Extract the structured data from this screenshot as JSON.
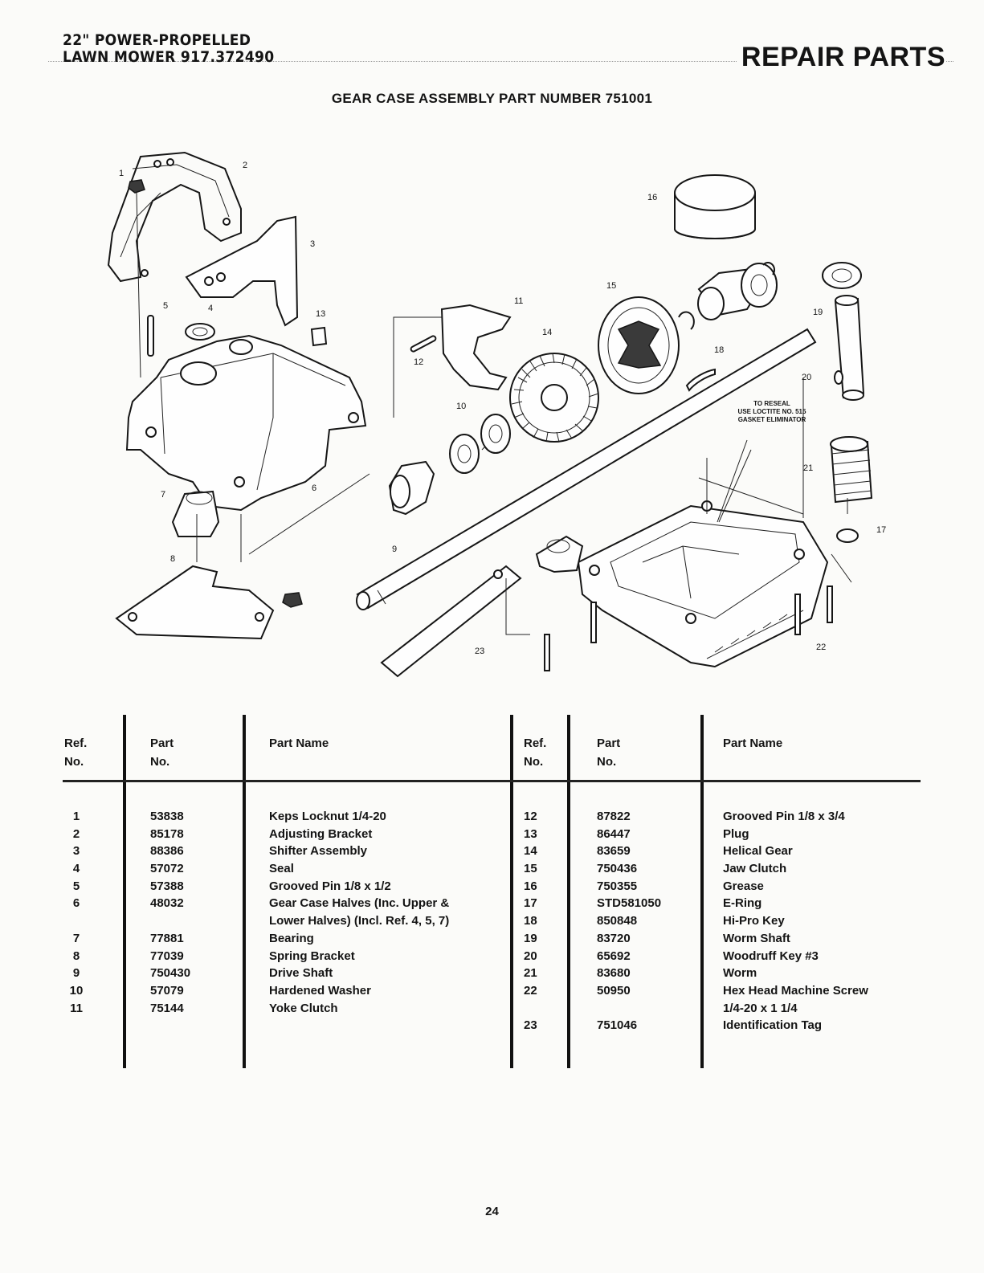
{
  "header": {
    "line1": "22\" POWER-PROPELLED",
    "line2": "LAWN MOWER 917.372490",
    "section": "REPAIR PARTS",
    "subtitle": "GEAR CASE ASSEMBLY PART NUMBER 751001"
  },
  "diagram": {
    "note": [
      "TO RESEAL",
      "USE LOCTITE NO. 515",
      "GASKET ELIMINATOR"
    ],
    "callouts": [
      "1",
      "2",
      "3",
      "4",
      "5",
      "6",
      "7",
      "8",
      "9",
      "10",
      "11",
      "12",
      "13",
      "14",
      "15",
      "16",
      "17",
      "18",
      "19",
      "20",
      "21",
      "22",
      "23"
    ]
  },
  "table": {
    "headers": {
      "ref": [
        "Ref.",
        "No."
      ],
      "part": [
        "Part",
        "No."
      ],
      "name": "Part Name"
    },
    "left": {
      "ref": [
        "1",
        "2",
        "3",
        "4",
        "5",
        "6",
        "",
        "7",
        "8",
        "9",
        "10",
        "11"
      ],
      "part": [
        "53838",
        "85178",
        "88386",
        "57072",
        "57388",
        "48032",
        "",
        "77881",
        "77039",
        "750430",
        "57079",
        "75144"
      ],
      "name": [
        "Keps Locknut 1/4-20",
        "Adjusting Bracket",
        "Shifter Assembly",
        "Seal",
        "Grooved Pin 1/8 x 1/2",
        "Gear Case Halves (Inc. Upper &",
        "Lower Halves) (Incl. Ref. 4, 5, 7)",
        "Bearing",
        "Spring Bracket",
        "Drive Shaft",
        "Hardened Washer",
        "Yoke Clutch"
      ]
    },
    "right": {
      "ref": [
        "12",
        "13",
        "14",
        "15",
        "16",
        "17",
        "18",
        "19",
        "20",
        "21",
        "22",
        "",
        "23"
      ],
      "part": [
        "87822",
        "86447",
        "83659",
        "750436",
        "750355",
        "STD581050",
        "850848",
        "83720",
        "65692",
        "83680",
        "50950",
        "",
        "751046"
      ],
      "name": [
        "Grooved Pin 1/8 x 3/4",
        "Plug",
        "Helical Gear",
        "Jaw Clutch",
        "Grease",
        "E-Ring",
        "Hi-Pro Key",
        "Worm Shaft",
        "Woodruff Key #3",
        "Worm",
        "Hex Head Machine Screw",
        "1/4-20 x 1 1/4",
        "Identification Tag"
      ]
    }
  },
  "footer": {
    "page": "24"
  }
}
